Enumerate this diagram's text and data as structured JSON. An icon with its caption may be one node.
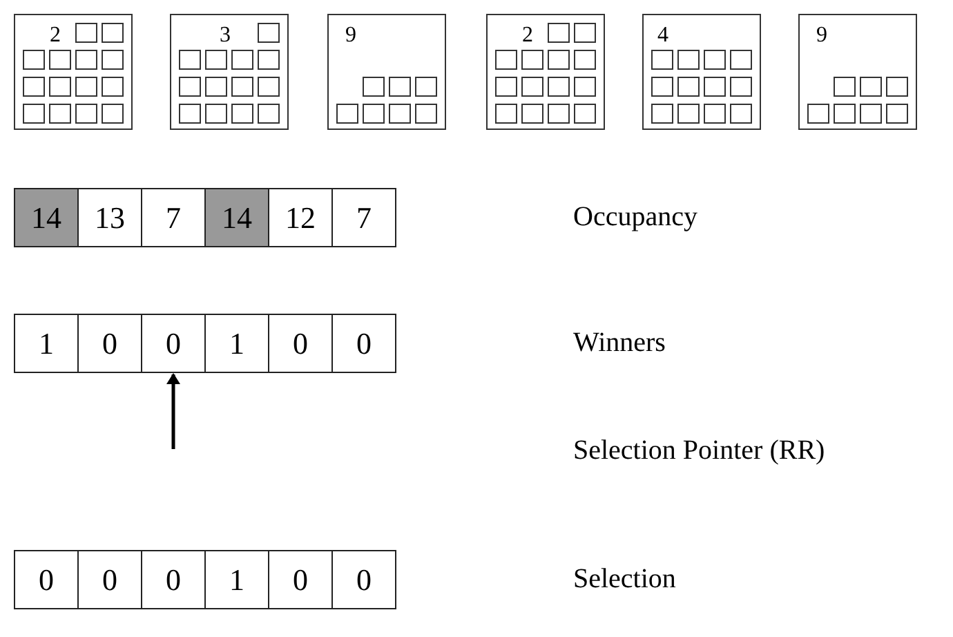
{
  "diagram": {
    "nodes": [
      {
        "text": [
          "2"
        ]
      },
      {
        "text": [
          "3"
        ]
      },
      {
        "text": [
          "9"
        ]
      },
      {
        "text": [
          "2"
        ]
      },
      {
        "text": [
          "4"
        ]
      },
      {
        "text": [
          "9"
        ]
      },
      {
        "text": [
          "14"
        ]
      },
      {
        "text": [
          "13"
        ]
      },
      {
        "text": [
          "7"
        ]
      },
      {
        "text": [
          "14"
        ]
      },
      {
        "text": [
          "12"
        ]
      },
      {
        "text": [
          "7"
        ]
      },
      {
        "text": [
          "1"
        ]
      },
      {
        "text": [
          "0"
        ]
      },
      {
        "text": [
          "0"
        ]
      },
      {
        "text": [
          "1"
        ]
      },
      {
        "text": [
          "0"
        ]
      },
      {
        "text": [
          "0"
        ]
      },
      {
        "text": [
          "0"
        ]
      },
      {
        "text": [
          "0"
        ]
      },
      {
        "text": [
          "0"
        ]
      },
      {
        "text": [
          "1"
        ]
      },
      {
        "text": [
          "0"
        ]
      },
      {
        "text": [
          "0"
        ]
      }
    ],
    "edges": [
      {
        "from": null,
        "to": 14,
        "arrow": "to"
      }
    ],
    "labels": [
      "Occupancy",
      "Winners",
      "Selection Pointer (RR)",
      "Selection"
    ]
  }
}
